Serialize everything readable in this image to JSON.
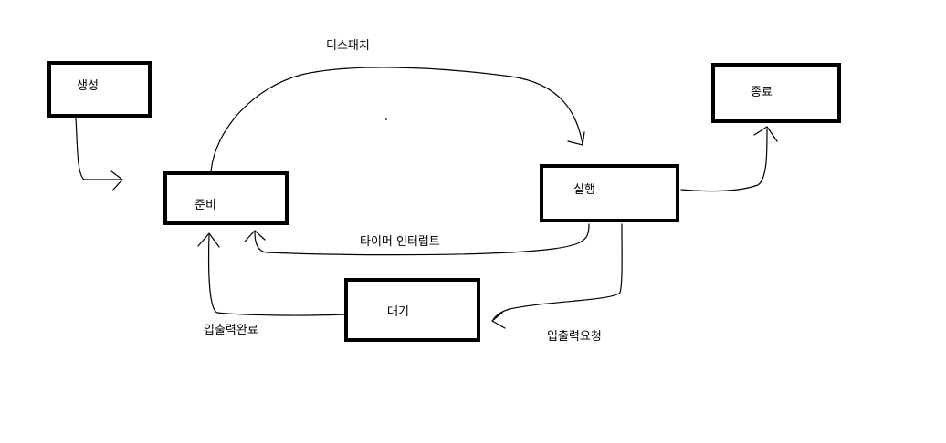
{
  "states": {
    "create": "생성",
    "ready": "준비",
    "running": "실행",
    "exit": "종료",
    "waiting": "대기"
  },
  "transitions": {
    "dispatch": "디스패치",
    "timer_interrupt": "타이머 인터럽트",
    "io_request": "입출력요청",
    "io_complete": "입출력완료"
  },
  "colors": {
    "background": "#ffffff",
    "ink": "#000000"
  }
}
